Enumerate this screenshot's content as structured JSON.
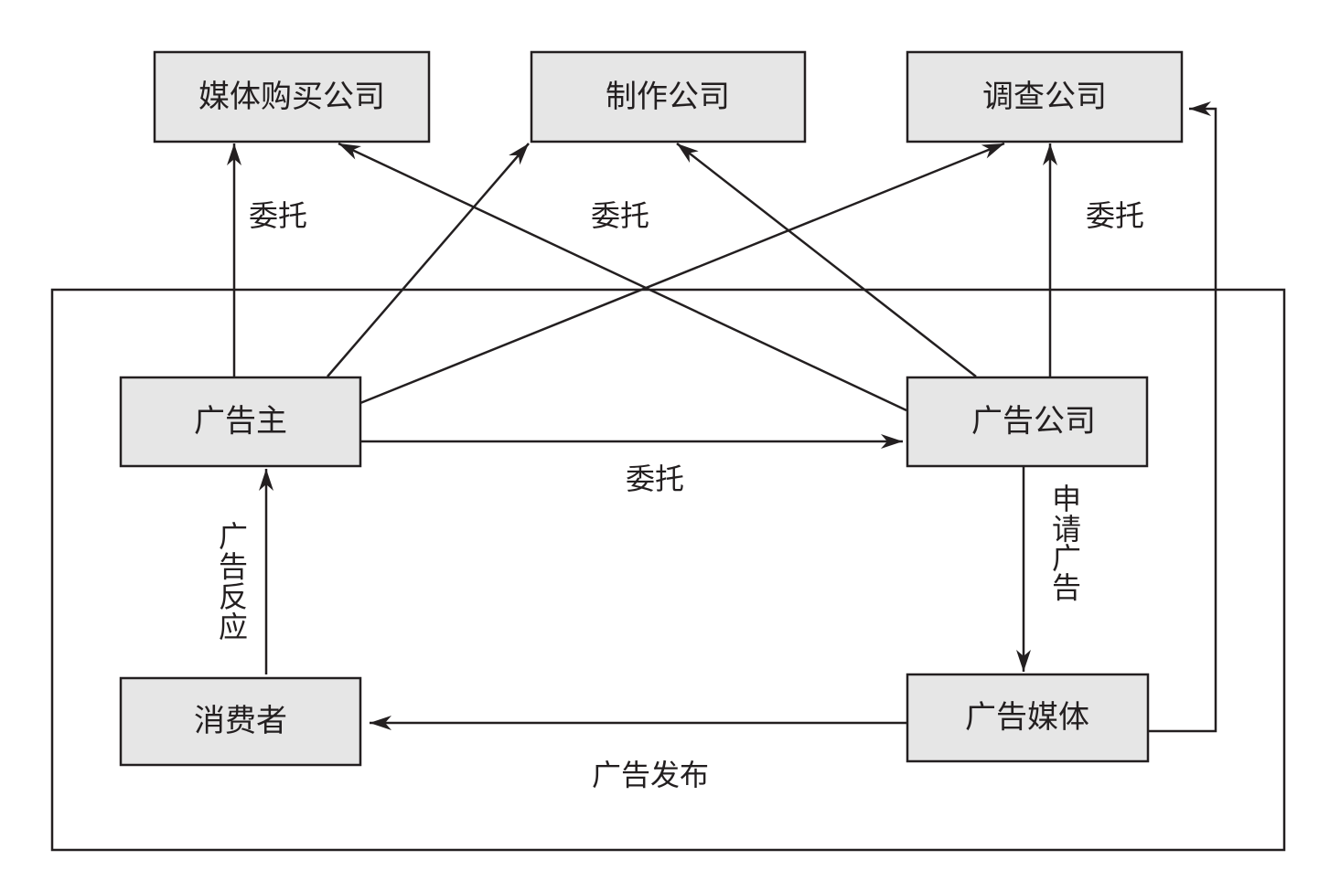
{
  "colors": {
    "box_fill": "#e6e6e6",
    "stroke": "#231f20",
    "text": "#231f20",
    "background": "#ffffff"
  },
  "nodes": {
    "media_buying": "媒体购买公司",
    "production": "制作公司",
    "research": "调查公司",
    "advertiser": "广告主",
    "agency": "广告公司",
    "consumer": "消费者",
    "media": "广告媒体"
  },
  "labels": {
    "entrust_left": "委托",
    "entrust_middle": "委托",
    "entrust_right": "委托",
    "entrust_center": "委托",
    "apply_ad": [
      "申",
      "请",
      "广",
      "告"
    ],
    "ad_response": [
      "广",
      "告",
      "反",
      "应"
    ],
    "ad_publish": "广告发布"
  }
}
